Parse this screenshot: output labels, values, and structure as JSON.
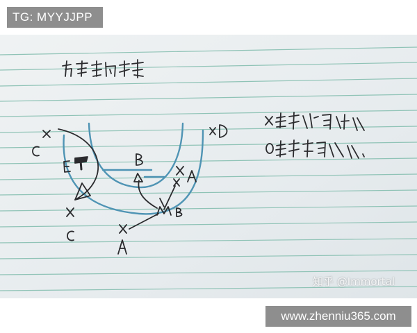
{
  "watermarks": {
    "tg_label": "TG: MYYJJPP",
    "site_label": "www.zhenniu365.com",
    "zhihu_label": "知乎 @Immortal"
  },
  "note": {
    "title": "有射手战术",
    "legend_x": "X表示我们队",
    "legend_o": "O表示敌队"
  },
  "diagram_labels": {
    "c_top": "C",
    "e": "E",
    "b_top": "B",
    "a_right": "A",
    "d": "D",
    "b_bottom": "B",
    "c_bottom": "C",
    "a_bottom": "A"
  },
  "colors": {
    "paper": "#e9eef0",
    "ruling": "#8fc3b6",
    "ink_blue": "#4f94b4",
    "pencil": "#2b2b2e"
  }
}
